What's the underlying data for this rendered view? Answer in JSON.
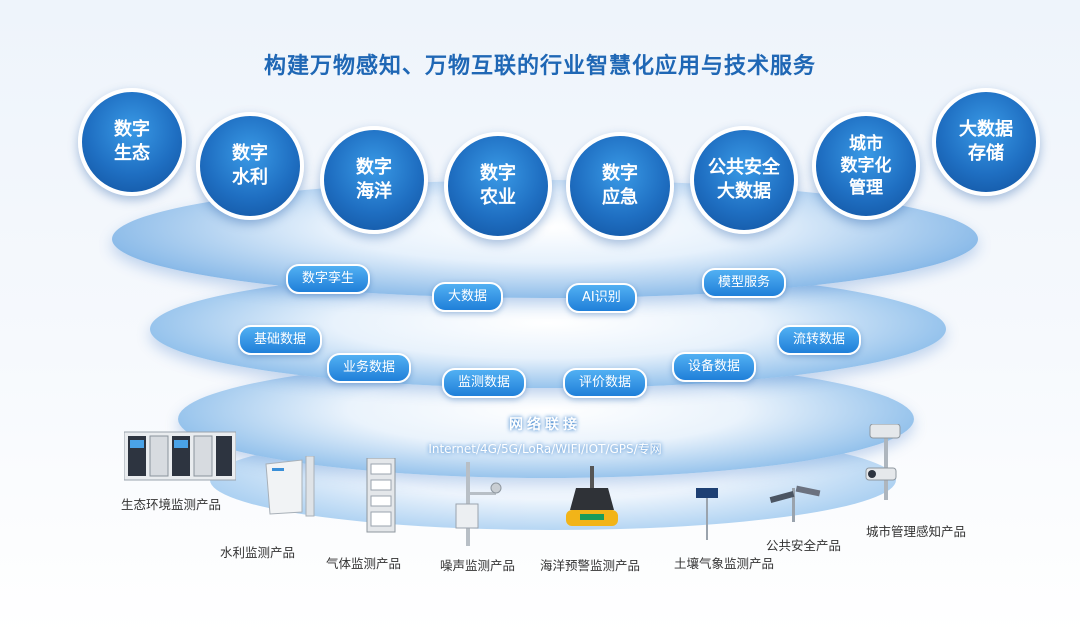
{
  "title": "构建万物感知、万物互联的行业智慧化应用与技术服务",
  "applications": [
    "数字\n生态",
    "数字\n水利",
    "数字\n海洋",
    "数字\n农业",
    "数字\n应急",
    "公共安全\n大数据",
    "城市\n数字化\n管理",
    "大数据\n存储"
  ],
  "tech_services": [
    "数字孪生",
    "大数据",
    "AI识别",
    "模型服务"
  ],
  "data_types": [
    "基础数据",
    "业务数据",
    "监测数据",
    "评价数据",
    "设备数据",
    "流转数据"
  ],
  "network": {
    "title": "网络联接",
    "protocols": "Internet/4G/5G/LoRa/WIFI/IOT/GPS/专网"
  },
  "products": [
    "生态环境监测产品",
    "水利监测产品",
    "气体监测产品",
    "噪声监测产品",
    "海洋预警监测产品",
    "土壤气象监测产品",
    "公共安全产品",
    "城市管理感知产品"
  ],
  "colors": {
    "accent": "#1f67b5",
    "pill": "#2a8ae0",
    "circle": "#1f6fc2"
  }
}
